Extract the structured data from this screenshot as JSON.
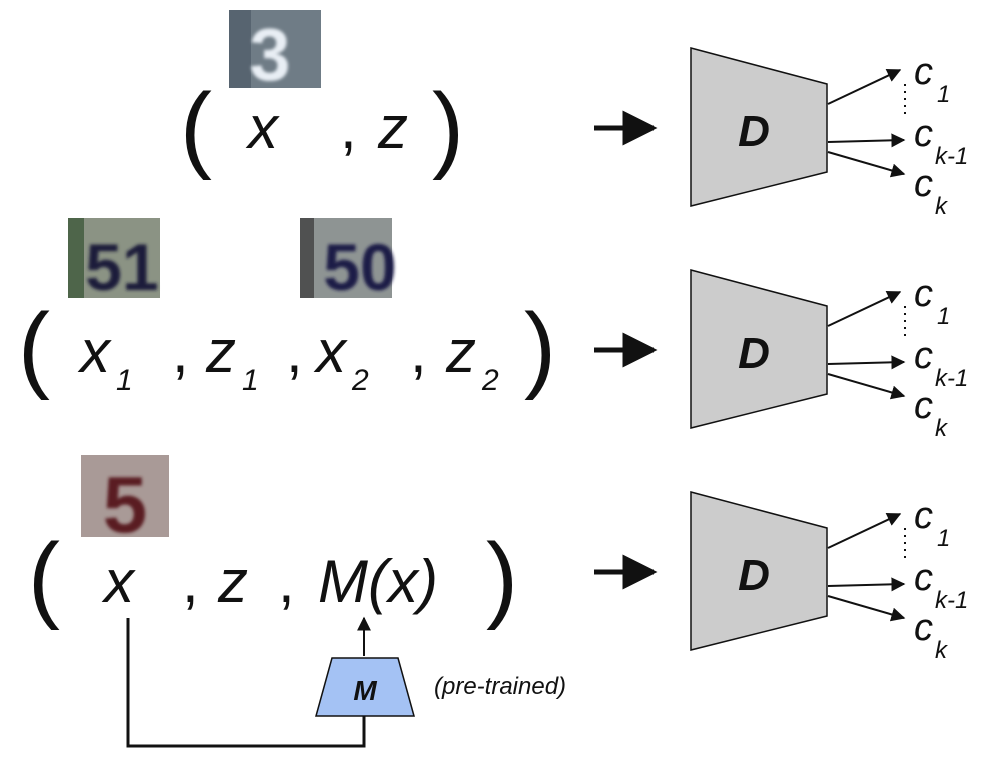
{
  "rows": [
    {
      "tuple": [
        {
          "kind": "paren",
          "text": "("
        },
        {
          "kind": "var",
          "text": "x",
          "sub": ""
        },
        {
          "kind": "sep",
          "text": ","
        },
        {
          "kind": "var",
          "text": "z",
          "sub": ""
        },
        {
          "kind": "paren",
          "text": ")"
        }
      ],
      "thumbnails": [
        {
          "digits": "3",
          "bg": "#6f7c86",
          "fg": "#e8eef4"
        }
      ],
      "discriminator": {
        "label": "D",
        "outputs": [
          "c",
          "c",
          "c"
        ],
        "output_subs": [
          "1",
          "k-1",
          "k"
        ]
      }
    },
    {
      "tuple": [
        {
          "kind": "paren",
          "text": "("
        },
        {
          "kind": "var",
          "text": "x",
          "sub": "1"
        },
        {
          "kind": "sep",
          "text": ","
        },
        {
          "kind": "var",
          "text": "z",
          "sub": "1"
        },
        {
          "kind": "sep",
          "text": ","
        },
        {
          "kind": "var",
          "text": "x",
          "sub": "2"
        },
        {
          "kind": "sep",
          "text": ","
        },
        {
          "kind": "var",
          "text": "z",
          "sub": "2"
        },
        {
          "kind": "paren",
          "text": ")"
        }
      ],
      "thumbnails": [
        {
          "digits": "51",
          "bg": "#8b9384",
          "fg": "#1f1f3a"
        },
        {
          "digits": "50",
          "bg": "#8e9493",
          "fg": "#1c1a46"
        }
      ],
      "discriminator": {
        "label": "D",
        "outputs": [
          "c",
          "c",
          "c"
        ],
        "output_subs": [
          "1",
          "k-1",
          "k"
        ]
      }
    },
    {
      "tuple": [
        {
          "kind": "paren",
          "text": "("
        },
        {
          "kind": "var",
          "text": "x",
          "sub": ""
        },
        {
          "kind": "sep",
          "text": ","
        },
        {
          "kind": "var",
          "text": "z",
          "sub": ""
        },
        {
          "kind": "sep",
          "text": ","
        },
        {
          "kind": "var",
          "text": "M(x)",
          "sub": ""
        },
        {
          "kind": "paren",
          "text": ")"
        }
      ],
      "thumbnails": [
        {
          "digits": "5",
          "bg": "#a99a97",
          "fg": "#5a1e24"
        }
      ],
      "discriminator": {
        "label": "D",
        "outputs": [
          "c",
          "c",
          "c"
        ],
        "output_subs": [
          "1",
          "k-1",
          "k"
        ]
      }
    }
  ],
  "pretrained_module": {
    "label": "M",
    "note": "(pre-trained)",
    "color": "#a4c2f4"
  },
  "colors": {
    "discriminator_fill": "#cccccc",
    "stroke": "#111111"
  }
}
